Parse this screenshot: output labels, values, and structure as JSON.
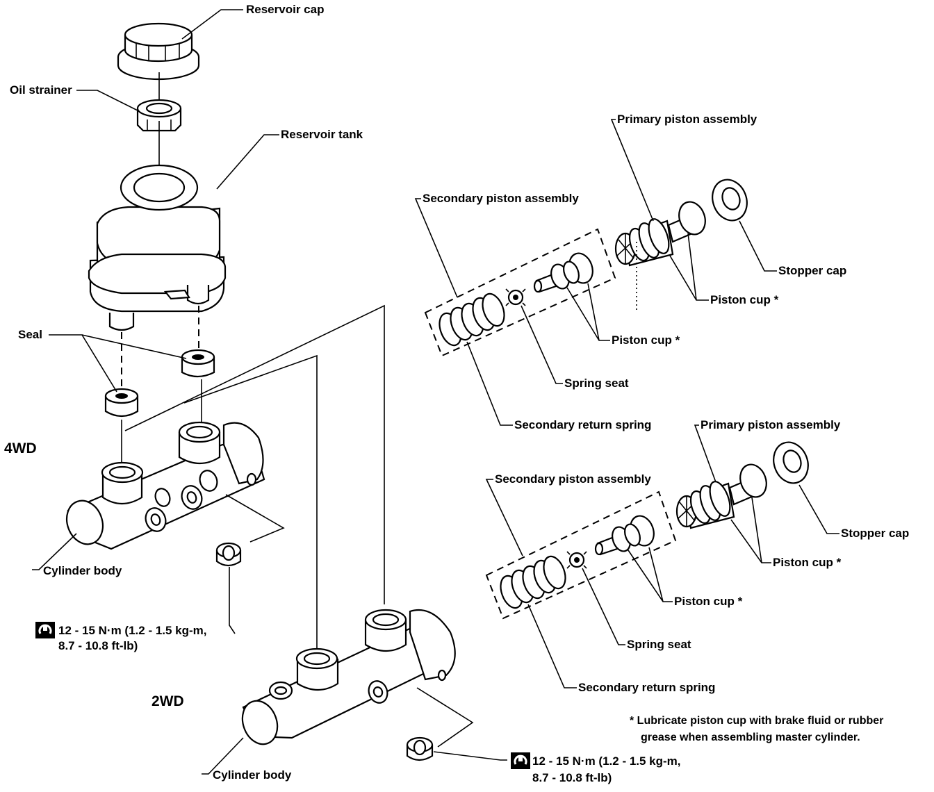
{
  "labels": {
    "reservoir_cap": "Reservoir cap",
    "oil_strainer": "Oil strainer",
    "reservoir_tank": "Reservoir tank",
    "seal": "Seal",
    "wd4": "4WD",
    "wd2": "2WD",
    "cylinder_body_4wd": "Cylinder body",
    "cylinder_body_2wd": "Cylinder body",
    "torque_4wd_line1": "12 - 15 N·m (1.2 - 1.5 kg-m,",
    "torque_4wd_line2": "8.7 - 10.8 ft-lb)",
    "torque_2wd_line1": "12 - 15 N·m (1.2 - 1.5 kg-m,",
    "torque_2wd_line2": "8.7 - 10.8 ft-lb)",
    "upper": {
      "primary_piston_assembly": "Primary  piston assembly",
      "secondary_piston_assembly": "Secondary piston assembly",
      "stopper_cap": "Stopper cap",
      "piston_cup_primary": "Piston cup *",
      "piston_cup_secondary": "Piston cup *",
      "spring_seat": "Spring seat",
      "secondary_return_spring": "Secondary return spring"
    },
    "lower": {
      "primary_piston_assembly": "Primary  piston assembly",
      "secondary_piston_assembly": "Secondary piston assembly",
      "stopper_cap": "Stopper cap",
      "piston_cup_primary": "Piston cup *",
      "piston_cup_secondary": "Piston cup *",
      "spring_seat": "Spring seat",
      "secondary_return_spring": "Secondary return spring"
    },
    "note_line1": "* Lubricate piston cup with brake fluid or rubber",
    "note_line2": "grease when assembling master cylinder."
  },
  "icons": {
    "torque": "torque-wrench-icon"
  }
}
